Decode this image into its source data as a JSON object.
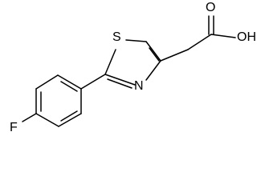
{
  "molecule": {
    "atoms": {
      "sulfur": "S",
      "nitrogen": "N",
      "fluorine": "F",
      "carbonyl_oxygen": "O",
      "hydroxyl": "OH"
    }
  }
}
